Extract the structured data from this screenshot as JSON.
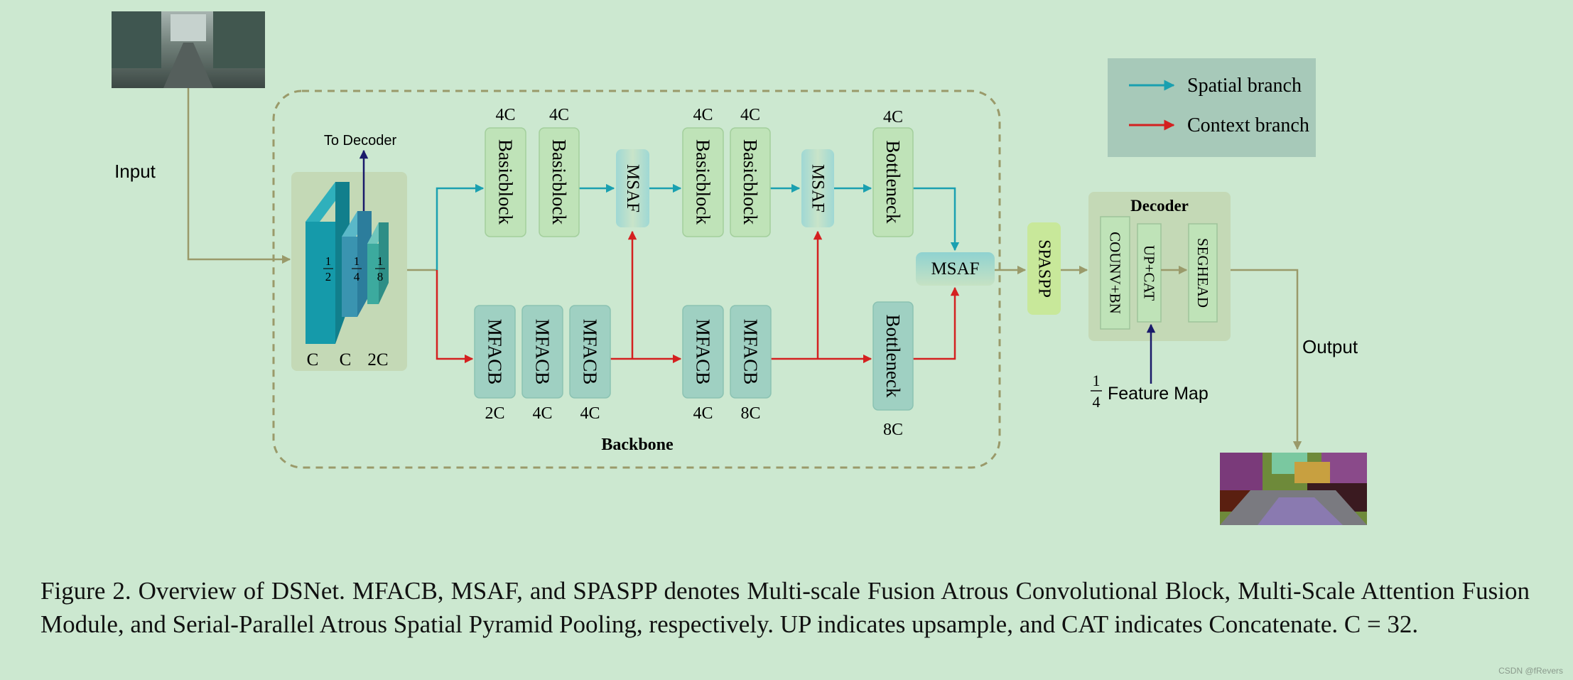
{
  "labels": {
    "input": "Input",
    "to_decoder": "To Decoder",
    "output": "Output",
    "backbone": "Backbone",
    "decoder": "Decoder",
    "feature_map_num": "1",
    "feature_map_den": "4",
    "feature_map": "Feature Map"
  },
  "stem": {
    "fractions": [
      {
        "num": "1",
        "den": "2"
      },
      {
        "num": "1",
        "den": "4"
      },
      {
        "num": "1",
        "den": "8"
      }
    ],
    "channels": [
      "C",
      "C",
      "2C"
    ]
  },
  "spatial_blocks": [
    {
      "label": "Basicblock",
      "channels": "4C"
    },
    {
      "label": "Basicblock",
      "channels": "4C"
    },
    {
      "label": "MSAF",
      "channels": ""
    },
    {
      "label": "Basicblock",
      "channels": "4C"
    },
    {
      "label": "Basicblock",
      "channels": "4C"
    },
    {
      "label": "MSAF",
      "channels": ""
    },
    {
      "label": "Bottleneck",
      "channels": "4C"
    }
  ],
  "context_blocks": [
    {
      "label": "MFACB",
      "channels": "2C"
    },
    {
      "label": "MFACB",
      "channels": "4C"
    },
    {
      "label": "MFACB",
      "channels": "4C"
    },
    {
      "label": "MFACB",
      "channels": "4C"
    },
    {
      "label": "MFACB",
      "channels": "8C"
    },
    {
      "label": "Bottleneck",
      "channels": "8C"
    }
  ],
  "fusion": {
    "msaf": "MSAF",
    "spaspp": "SPASPP"
  },
  "decoder_blocks": [
    "COUNV+BN",
    "UP+CAT",
    "SEGHEAD"
  ],
  "legend": [
    {
      "label": "Spatial branch",
      "color": "#1aa0b0"
    },
    {
      "label": "Context branch",
      "color": "#d42020"
    }
  ],
  "colors": {
    "background": "#cce8d0",
    "spatial_arrow": "#1aa0b0",
    "context_arrow": "#d42020",
    "main_arrow": "#9a9a6a",
    "decoder_arrow": "#1a1a6a"
  },
  "caption": "Figure 2.  Overview of DSNet.  MFACB, MSAF, and SPASPP denotes Multi-scale Fusion Atrous Convolutional Block, Multi-Scale Attention Fusion Module, and Serial-Parallel Atrous Spatial Pyramid Pooling, respectively.  UP indicates upsample, and CAT indicates Concatenate. C = 32.",
  "watermark": "CSDN @fRevers"
}
